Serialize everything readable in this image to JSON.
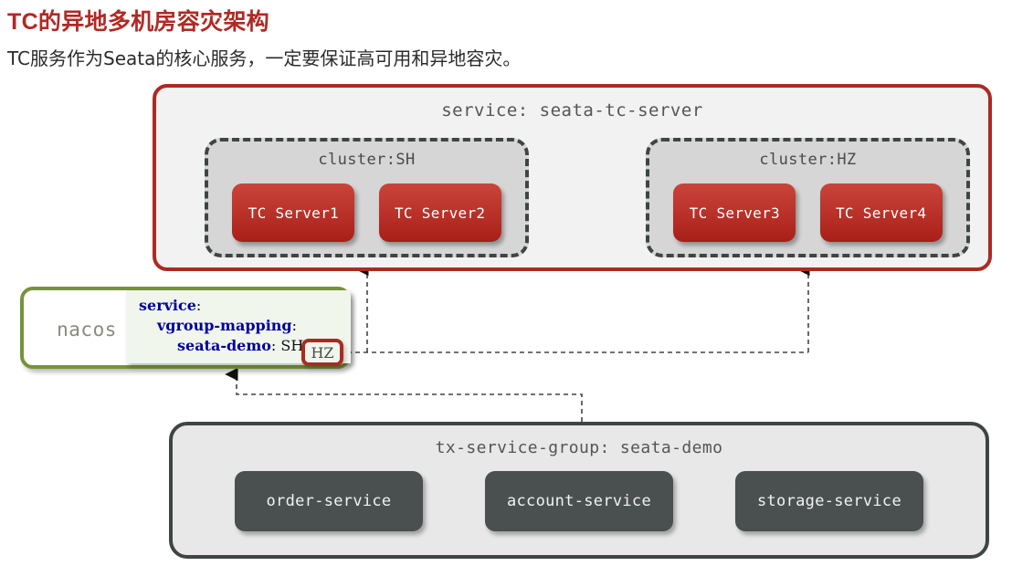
{
  "page": {
    "title": "TC的异地多机房容灾架构",
    "subtitle": "TC服务作为Seata的核心服务，一定要保证高可用和异地容灾。",
    "title_color": "#b02a25"
  },
  "tc_service": {
    "title": "service: seata-tc-server",
    "border_color": "#ab2b22",
    "fill_color": "#f2f2f2",
    "clusters": [
      {
        "title": "cluster:SH",
        "nodes": [
          {
            "label": "TC Server1"
          },
          {
            "label": "TC Server2"
          }
        ]
      },
      {
        "title": "cluster:HZ",
        "nodes": [
          {
            "label": "TC Server3"
          },
          {
            "label": "TC Server4"
          }
        ]
      }
    ]
  },
  "nacos": {
    "label": "nacos",
    "border_color": "#76923c",
    "config": {
      "line1_key": "service",
      "line1_punct": ":",
      "line2_key": "vgroup-mapping",
      "line2_punct": ":",
      "line3_key": "seata-demo",
      "line3_punct": ":",
      "line3_value": " SH"
    },
    "override_chip": {
      "label": "HZ",
      "border_color": "#ab2b22"
    }
  },
  "tx_group": {
    "title": "tx-service-group: seata-demo",
    "border_color": "#3f4444",
    "fill_color": "#e8e8e8",
    "services": [
      {
        "label": "order-service"
      },
      {
        "label": "account-service"
      },
      {
        "label": "storage-service"
      }
    ]
  }
}
